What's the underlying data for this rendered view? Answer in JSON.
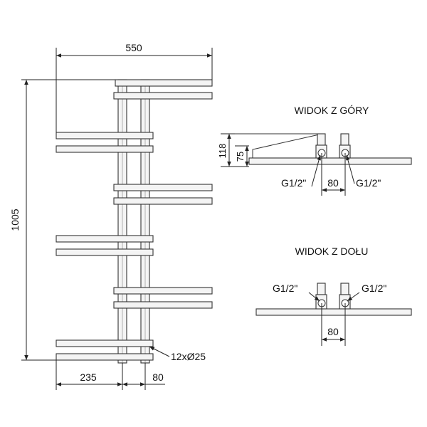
{
  "front_view": {
    "dim_width": "550",
    "dim_height": "1005",
    "dim_left": "235",
    "dim_right": "80",
    "tube_label": "12xØ25"
  },
  "top_view": {
    "title": "WIDOK Z GÓRY",
    "dim_118": "118",
    "dim_75": "75",
    "dim_80": "80",
    "conn_left": "G1/2\"",
    "conn_right": "G1/2\""
  },
  "bottom_view": {
    "title": "WIDOK Z DOŁU",
    "dim_80": "80",
    "conn_left": "G1/2\"",
    "conn_right": "G1/2\""
  }
}
